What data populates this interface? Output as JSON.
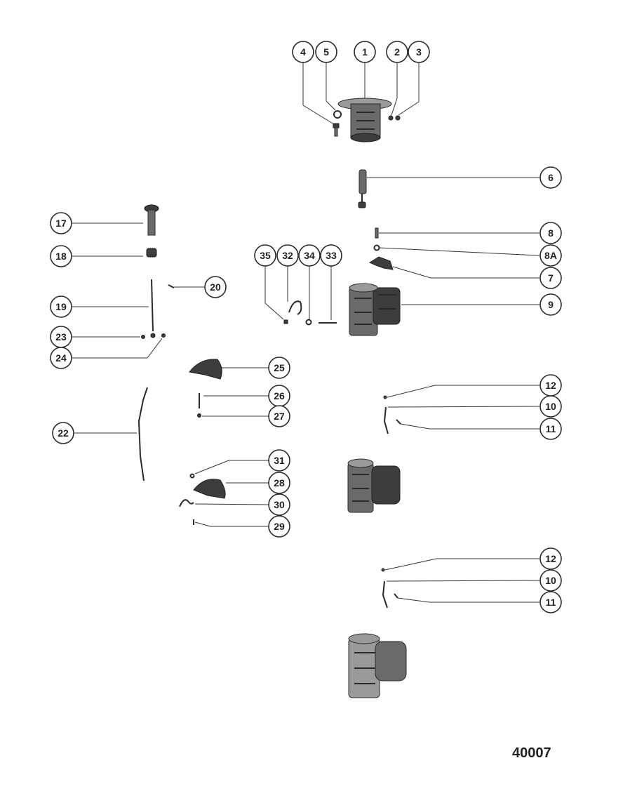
{
  "callouts": [
    {
      "id": "c1",
      "label": "1"
    },
    {
      "id": "c2",
      "label": "2"
    },
    {
      "id": "c3",
      "label": "3"
    },
    {
      "id": "c4",
      "label": "4"
    },
    {
      "id": "c5",
      "label": "5"
    },
    {
      "id": "c6",
      "label": "6"
    },
    {
      "id": "c7",
      "label": "7"
    },
    {
      "id": "c8",
      "label": "8"
    },
    {
      "id": "c8a",
      "label": "8A"
    },
    {
      "id": "c9",
      "label": "9"
    },
    {
      "id": "c10a",
      "label": "10"
    },
    {
      "id": "c11a",
      "label": "11"
    },
    {
      "id": "c12a",
      "label": "12"
    },
    {
      "id": "c10b",
      "label": "10"
    },
    {
      "id": "c11b",
      "label": "11"
    },
    {
      "id": "c12b",
      "label": "12"
    },
    {
      "id": "c17",
      "label": "17"
    },
    {
      "id": "c18",
      "label": "18"
    },
    {
      "id": "c19",
      "label": "19"
    },
    {
      "id": "c20",
      "label": "20"
    },
    {
      "id": "c22",
      "label": "22"
    },
    {
      "id": "c23",
      "label": "23"
    },
    {
      "id": "c24",
      "label": "24"
    },
    {
      "id": "c25",
      "label": "25"
    },
    {
      "id": "c26",
      "label": "26"
    },
    {
      "id": "c27",
      "label": "27"
    },
    {
      "id": "c28",
      "label": "28"
    },
    {
      "id": "c29",
      "label": "29"
    },
    {
      "id": "c30",
      "label": "30"
    },
    {
      "id": "c31",
      "label": "31"
    },
    {
      "id": "c32",
      "label": "32"
    },
    {
      "id": "c33",
      "label": "33"
    },
    {
      "id": "c34",
      "label": "34"
    },
    {
      "id": "c35",
      "label": "35"
    }
  ],
  "figure_number": "40007"
}
